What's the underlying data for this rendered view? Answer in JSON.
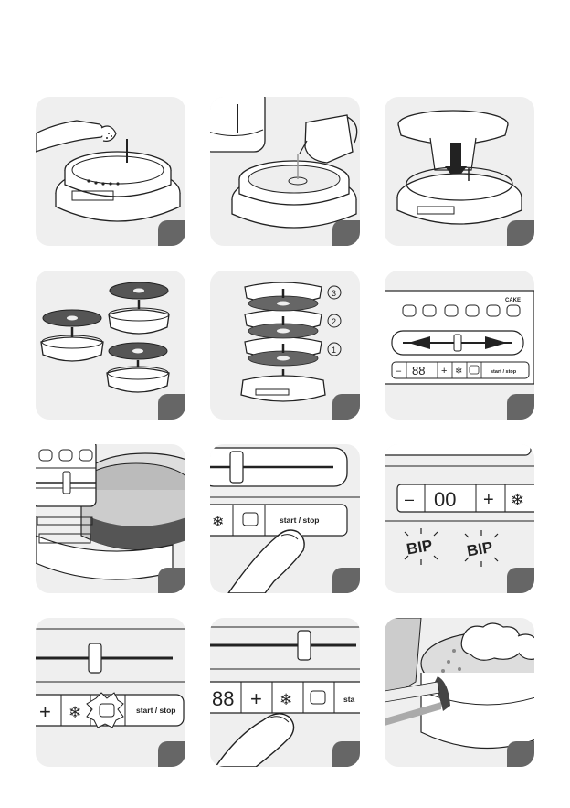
{
  "panels": [
    {
      "id": 1,
      "labels": {}
    },
    {
      "id": 2,
      "labels": {}
    },
    {
      "id": 3,
      "labels": {}
    },
    {
      "id": 4,
      "labels": {}
    },
    {
      "id": 5,
      "labels": {
        "tier_3": "3",
        "tier_2": "2",
        "tier_1": "1"
      }
    },
    {
      "id": 6,
      "labels": {
        "cake": "CAKE",
        "minus": "–",
        "display": "88",
        "plus": "+",
        "start_stop": "start / stop"
      }
    },
    {
      "id": 7,
      "labels": {}
    },
    {
      "id": 8,
      "labels": {
        "start_stop": "start / stop"
      }
    },
    {
      "id": 9,
      "labels": {
        "minus": "–",
        "display": "00",
        "plus": "+",
        "bip_1": "BIP",
        "bip_2": "BIP"
      }
    },
    {
      "id": 10,
      "labels": {
        "plus": "+",
        "start_stop": "start / stop"
      }
    },
    {
      "id": 11,
      "labels": {
        "display": "88",
        "plus": "+",
        "start_stop_cut": "sta"
      }
    },
    {
      "id": 12,
      "labels": {}
    }
  ],
  "colors": {
    "panel_bg": "#efefef",
    "badge": "#666666",
    "line": "#222222"
  }
}
